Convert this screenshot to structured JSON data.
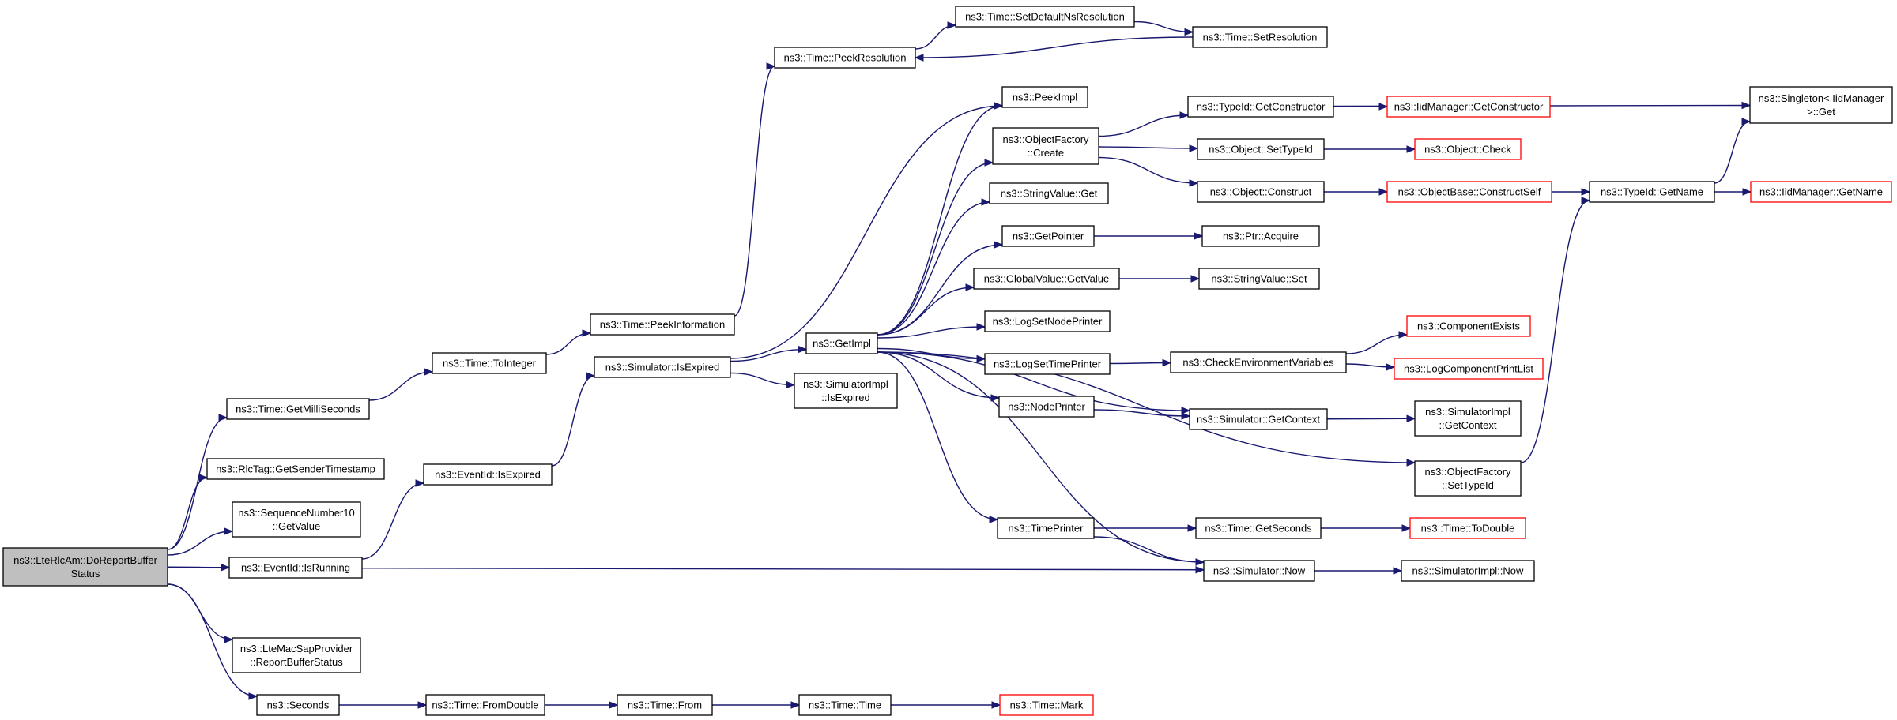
{
  "nodes": [
    {
      "id": "root",
      "lines": [
        "ns3::LteRlcAm::DoReportBuffer",
        "Status"
      ],
      "style": "root"
    },
    {
      "id": "getms",
      "lines": [
        "ns3::Time::GetMilliSeconds"
      ]
    },
    {
      "id": "rlctag",
      "lines": [
        "ns3::RlcTag::GetSenderTimestamp"
      ]
    },
    {
      "id": "seqnum",
      "lines": [
        "ns3::SequenceNumber10",
        "::GetValue"
      ]
    },
    {
      "id": "evrun",
      "lines": [
        "ns3::EventId::IsRunning"
      ]
    },
    {
      "id": "ltemac",
      "lines": [
        "ns3::LteMacSapProvider",
        "::ReportBufferStatus"
      ]
    },
    {
      "id": "seconds",
      "lines": [
        "ns3::Seconds"
      ]
    },
    {
      "id": "toint",
      "lines": [
        "ns3::Time::ToInteger"
      ]
    },
    {
      "id": "peekinfo",
      "lines": [
        "ns3::Time::PeekInformation"
      ]
    },
    {
      "id": "peekres",
      "lines": [
        "ns3::Time::PeekResolution"
      ]
    },
    {
      "id": "setdef",
      "lines": [
        "ns3::Time::SetDefaultNsResolution"
      ]
    },
    {
      "id": "setres",
      "lines": [
        "ns3::Time::SetResolution"
      ]
    },
    {
      "id": "evexp",
      "lines": [
        "ns3::EventId::IsExpired"
      ]
    },
    {
      "id": "simexp",
      "lines": [
        "ns3::Simulator::IsExpired"
      ]
    },
    {
      "id": "simimplexp",
      "lines": [
        "ns3::SimulatorImpl",
        "::IsExpired"
      ]
    },
    {
      "id": "getimpl",
      "lines": [
        "ns3::GetImpl"
      ]
    },
    {
      "id": "peekimpl",
      "lines": [
        "ns3::PeekImpl"
      ]
    },
    {
      "id": "objfcreate",
      "lines": [
        "ns3::ObjectFactory",
        "::Create"
      ]
    },
    {
      "id": "strget",
      "lines": [
        "ns3::StringValue::Get"
      ]
    },
    {
      "id": "getptr",
      "lines": [
        "ns3::GetPointer"
      ]
    },
    {
      "id": "gvget",
      "lines": [
        "ns3::GlobalValue::GetValue"
      ]
    },
    {
      "id": "lognode",
      "lines": [
        "ns3::LogSetNodePrinter"
      ]
    },
    {
      "id": "logtime",
      "lines": [
        "ns3::LogSetTimePrinter"
      ]
    },
    {
      "id": "nodeprinter",
      "lines": [
        "ns3::NodePrinter"
      ]
    },
    {
      "id": "timeprinter",
      "lines": [
        "ns3::TimePrinter"
      ]
    },
    {
      "id": "fromdouble",
      "lines": [
        "ns3::Time::FromDouble"
      ]
    },
    {
      "id": "timefrom",
      "lines": [
        "ns3::Time::From"
      ]
    },
    {
      "id": "timetime",
      "lines": [
        "ns3::Time::Time"
      ]
    },
    {
      "id": "timemark",
      "lines": [
        "ns3::Time::Mark"
      ],
      "style": "red"
    },
    {
      "id": "tidgetctor",
      "lines": [
        "ns3::TypeId::GetConstructor"
      ]
    },
    {
      "id": "objsettid",
      "lines": [
        "ns3::Object::SetTypeId"
      ]
    },
    {
      "id": "objconstruct",
      "lines": [
        "ns3::Object::Construct"
      ]
    },
    {
      "id": "ptracq",
      "lines": [
        "ns3::Ptr::Acquire"
      ]
    },
    {
      "id": "strset",
      "lines": [
        "ns3::StringValue::Set"
      ]
    },
    {
      "id": "checkenv",
      "lines": [
        "ns3::CheckEnvironmentVariables"
      ]
    },
    {
      "id": "simctx",
      "lines": [
        "ns3::Simulator::GetContext"
      ]
    },
    {
      "id": "getsec",
      "lines": [
        "ns3::Time::GetSeconds"
      ]
    },
    {
      "id": "simnow",
      "lines": [
        "ns3::Simulator::Now"
      ]
    },
    {
      "id": "iidgetctor",
      "lines": [
        "ns3::IidManager::GetConstructor"
      ],
      "style": "red"
    },
    {
      "id": "objcheck",
      "lines": [
        "ns3::Object::Check"
      ],
      "style": "red"
    },
    {
      "id": "objbase",
      "lines": [
        "ns3::ObjectBase::ConstructSelf"
      ],
      "style": "red"
    },
    {
      "id": "compexists",
      "lines": [
        "ns3::ComponentExists"
      ],
      "style": "red"
    },
    {
      "id": "logcomplist",
      "lines": [
        "ns3::LogComponentPrintList"
      ],
      "style": "red"
    },
    {
      "id": "simimplctx",
      "lines": [
        "ns3::SimulatorImpl",
        "::GetContext"
      ]
    },
    {
      "id": "objfsettid",
      "lines": [
        "ns3::ObjectFactory",
        "::SetTypeId"
      ]
    },
    {
      "id": "todouble",
      "lines": [
        "ns3::Time::ToDouble"
      ],
      "style": "red"
    },
    {
      "id": "simimplnow",
      "lines": [
        "ns3::SimulatorImpl::Now"
      ]
    },
    {
      "id": "singleton",
      "lines": [
        "ns3::Singleton< IidManager",
        ">::Get"
      ]
    },
    {
      "id": "tidname",
      "lines": [
        "ns3::TypeId::GetName"
      ]
    },
    {
      "id": "iidname",
      "lines": [
        "ns3::IidManager::GetName"
      ],
      "style": "red"
    }
  ],
  "edges": [
    [
      "root",
      "getms"
    ],
    [
      "root",
      "rlctag"
    ],
    [
      "root",
      "seqnum"
    ],
    [
      "root",
      "evrun"
    ],
    [
      "root",
      "simnow"
    ],
    [
      "root",
      "ltemac"
    ],
    [
      "root",
      "seconds"
    ],
    [
      "getms",
      "toint"
    ],
    [
      "toint",
      "peekinfo"
    ],
    [
      "peekinfo",
      "peekres"
    ],
    [
      "peekres",
      "setdef"
    ],
    [
      "setdef",
      "setres"
    ],
    [
      "setres",
      "peekres"
    ],
    [
      "evrun",
      "evexp"
    ],
    [
      "evexp",
      "simexp"
    ],
    [
      "simexp",
      "peekimpl"
    ],
    [
      "simexp",
      "getimpl"
    ],
    [
      "simexp",
      "simimplexp"
    ],
    [
      "getimpl",
      "peekimpl"
    ],
    [
      "getimpl",
      "objfcreate"
    ],
    [
      "getimpl",
      "strget"
    ],
    [
      "getimpl",
      "getptr"
    ],
    [
      "getimpl",
      "gvget"
    ],
    [
      "getimpl",
      "lognode"
    ],
    [
      "getimpl",
      "logtime"
    ],
    [
      "getimpl",
      "nodeprinter"
    ],
    [
      "getimpl",
      "simctx"
    ],
    [
      "getimpl",
      "objfsettid"
    ],
    [
      "getimpl",
      "timeprinter"
    ],
    [
      "getimpl",
      "simnow"
    ],
    [
      "objfcreate",
      "tidgetctor"
    ],
    [
      "objfcreate",
      "objsettid"
    ],
    [
      "objfcreate",
      "objconstruct"
    ],
    [
      "tidgetctor",
      "singleton"
    ],
    [
      "tidgetctor",
      "iidgetctor"
    ],
    [
      "objsettid",
      "objcheck"
    ],
    [
      "objconstruct",
      "objbase"
    ],
    [
      "objbase",
      "tidname"
    ],
    [
      "tidname",
      "singleton"
    ],
    [
      "tidname",
      "iidname"
    ],
    [
      "getptr",
      "ptracq"
    ],
    [
      "gvget",
      "strset"
    ],
    [
      "logtime",
      "checkenv"
    ],
    [
      "checkenv",
      "compexists"
    ],
    [
      "checkenv",
      "logcomplist"
    ],
    [
      "nodeprinter",
      "simctx"
    ],
    [
      "simctx",
      "simimplctx"
    ],
    [
      "objfsettid",
      "tidname"
    ],
    [
      "timeprinter",
      "getsec"
    ],
    [
      "timeprinter",
      "simnow"
    ],
    [
      "getsec",
      "todouble"
    ],
    [
      "simnow",
      "simimplnow"
    ],
    [
      "seconds",
      "fromdouble"
    ],
    [
      "fromdouble",
      "timefrom"
    ],
    [
      "timefrom",
      "timetime"
    ],
    [
      "timetime",
      "timemark"
    ]
  ]
}
